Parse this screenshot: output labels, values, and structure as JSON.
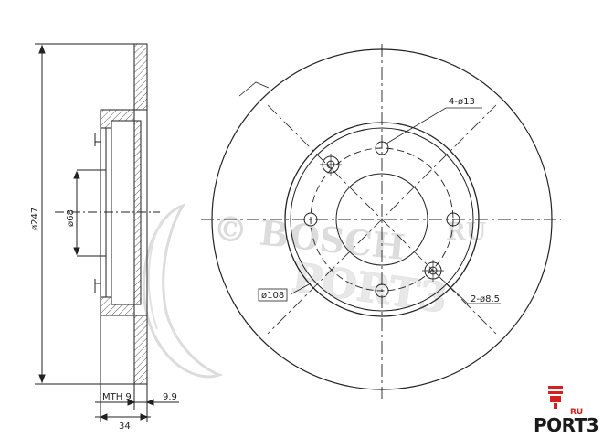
{
  "drawing": {
    "dim_outer_diameter": "ø247",
    "dim_hub_diameter": "ø68",
    "dim_bolt_circle": "ø108",
    "dim_holes_large": "4-ø13",
    "dim_holes_small": "2-ø8.5",
    "dim_thread": "MTH 9",
    "dim_thickness": "9.9",
    "dim_total_height": "34"
  },
  "watermark": {
    "brand": "© BOSCH",
    "domain": "RU",
    "site": "PORT3"
  },
  "logo": {
    "text": "PORT3",
    "suffix": "RU",
    "accent_color": "#d42020"
  }
}
